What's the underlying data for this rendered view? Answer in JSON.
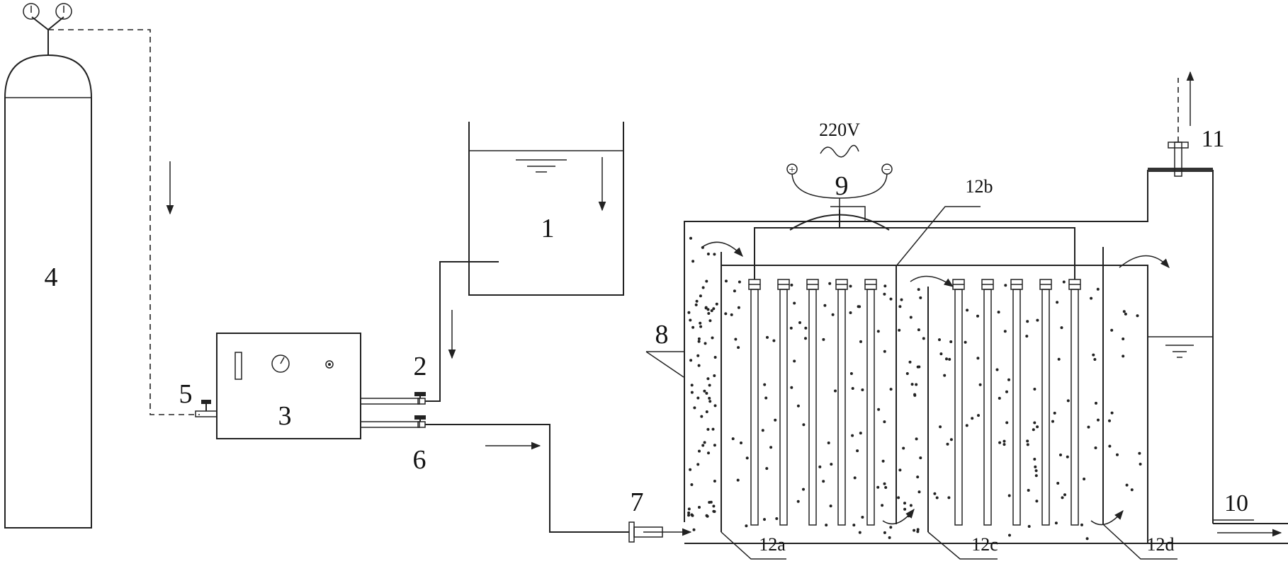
{
  "labels": {
    "n1": "1",
    "n2": "2",
    "n3": "3",
    "n4": "4",
    "n5": "5",
    "n6": "6",
    "n7": "7",
    "n8": "8",
    "n9": "9",
    "n10": "10",
    "n11": "11",
    "n12a": "12a",
    "n12b": "12b",
    "n12c": "12c",
    "n12d": "12d",
    "voltage": "220V"
  },
  "power": {
    "positive": "+",
    "negative": "−"
  }
}
